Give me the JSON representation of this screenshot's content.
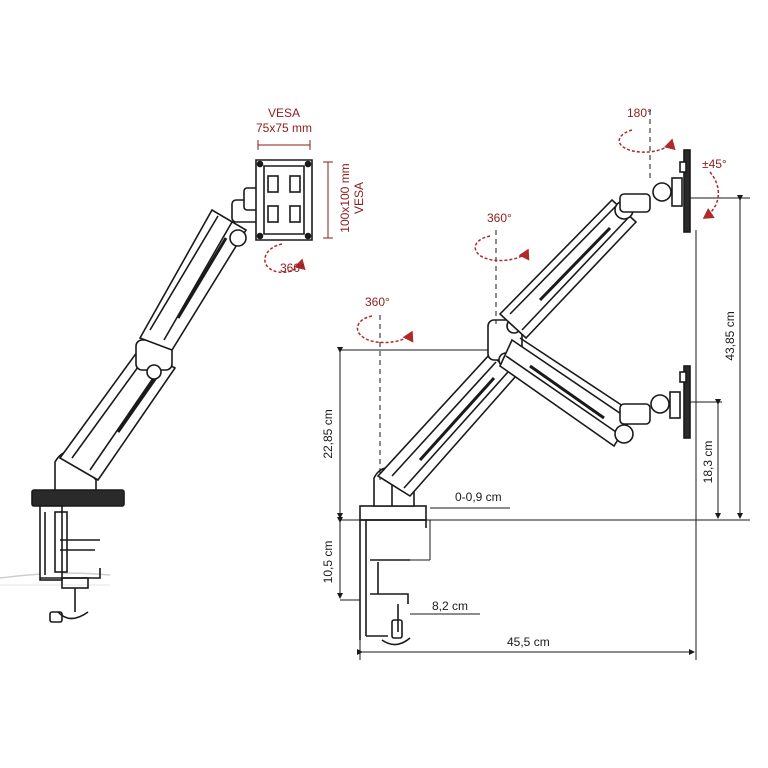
{
  "colors": {
    "ink": "#1a1a1a",
    "arrow": "#b02a2a",
    "dim": "#8b1e1e",
    "bg": "#ffffff"
  },
  "left_view": {
    "vesa_title": "VESA",
    "vesa_small": "75x75 mm",
    "vesa_large_size": "100x100 mm",
    "vesa_large_title": "VESA",
    "plate_rotation": "360°"
  },
  "right_view": {
    "tilt": "180°",
    "swivel": "±45°",
    "elbow_rotation": "360°",
    "base_rotation": "360°",
    "dimensions": {
      "total_height": "43,85 cm",
      "arm_height": "22,85 cm",
      "lower_mount_height": "18,3 cm",
      "clamp_gap": "0-0,9 cm",
      "clamp_height": "10,5 cm",
      "clamp_depth": "8,2 cm",
      "total_reach": "45,5 cm"
    }
  }
}
